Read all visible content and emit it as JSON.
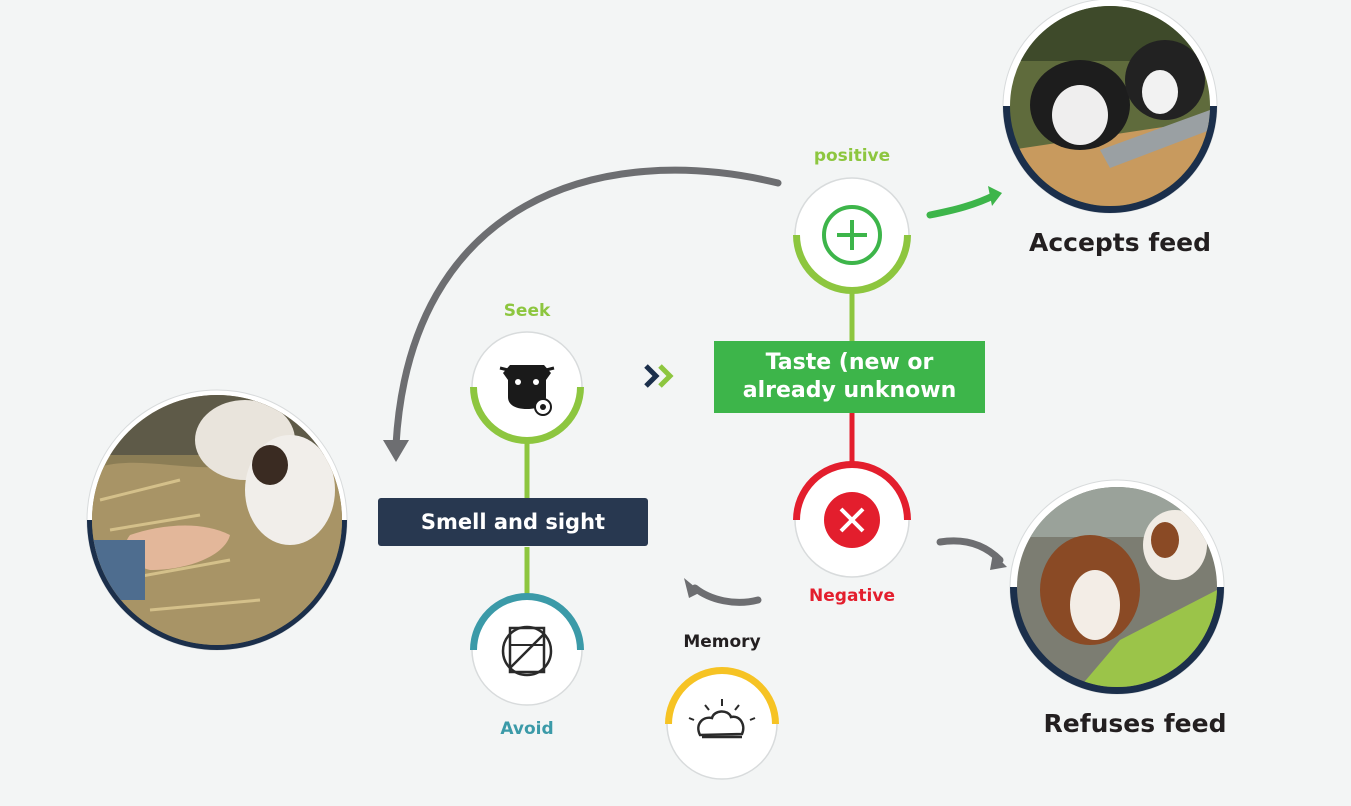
{
  "labels": {
    "positive": "positive",
    "seek": "Seek",
    "avoid": "Avoid",
    "negative": "Negative",
    "memory": "Memory",
    "accepts_feed": "Accepts feed",
    "refuses_feed": "Refuses feed"
  },
  "boxes": {
    "taste_line1": "Taste (new or",
    "taste_line2": "already unknown",
    "smell_sight": "Smell and sight"
  },
  "colors": {
    "background": "#f3f5f5",
    "green": "#8dc63f",
    "green_dark": "#3db54a",
    "red": "#e31e2d",
    "teal": "#3b9aa8",
    "yellow": "#f6c324",
    "navy": "#1b2f4b",
    "gray_arrow": "#6d6e71",
    "text_dark": "#231f20"
  },
  "icons": {
    "positive": "plus-circle-icon",
    "negative": "x-circle-icon",
    "seek": "cow-gear-icon",
    "avoid": "no-feed-icon",
    "memory": "brain-icon",
    "chevron": "double-chevron-right-icon"
  },
  "images": {
    "feeding_hand": "cow-eating-hay-from-hand-photo",
    "accepts": "cows-eating-from-trough-photo",
    "refuses": "cows-refusing-feed-photo"
  }
}
